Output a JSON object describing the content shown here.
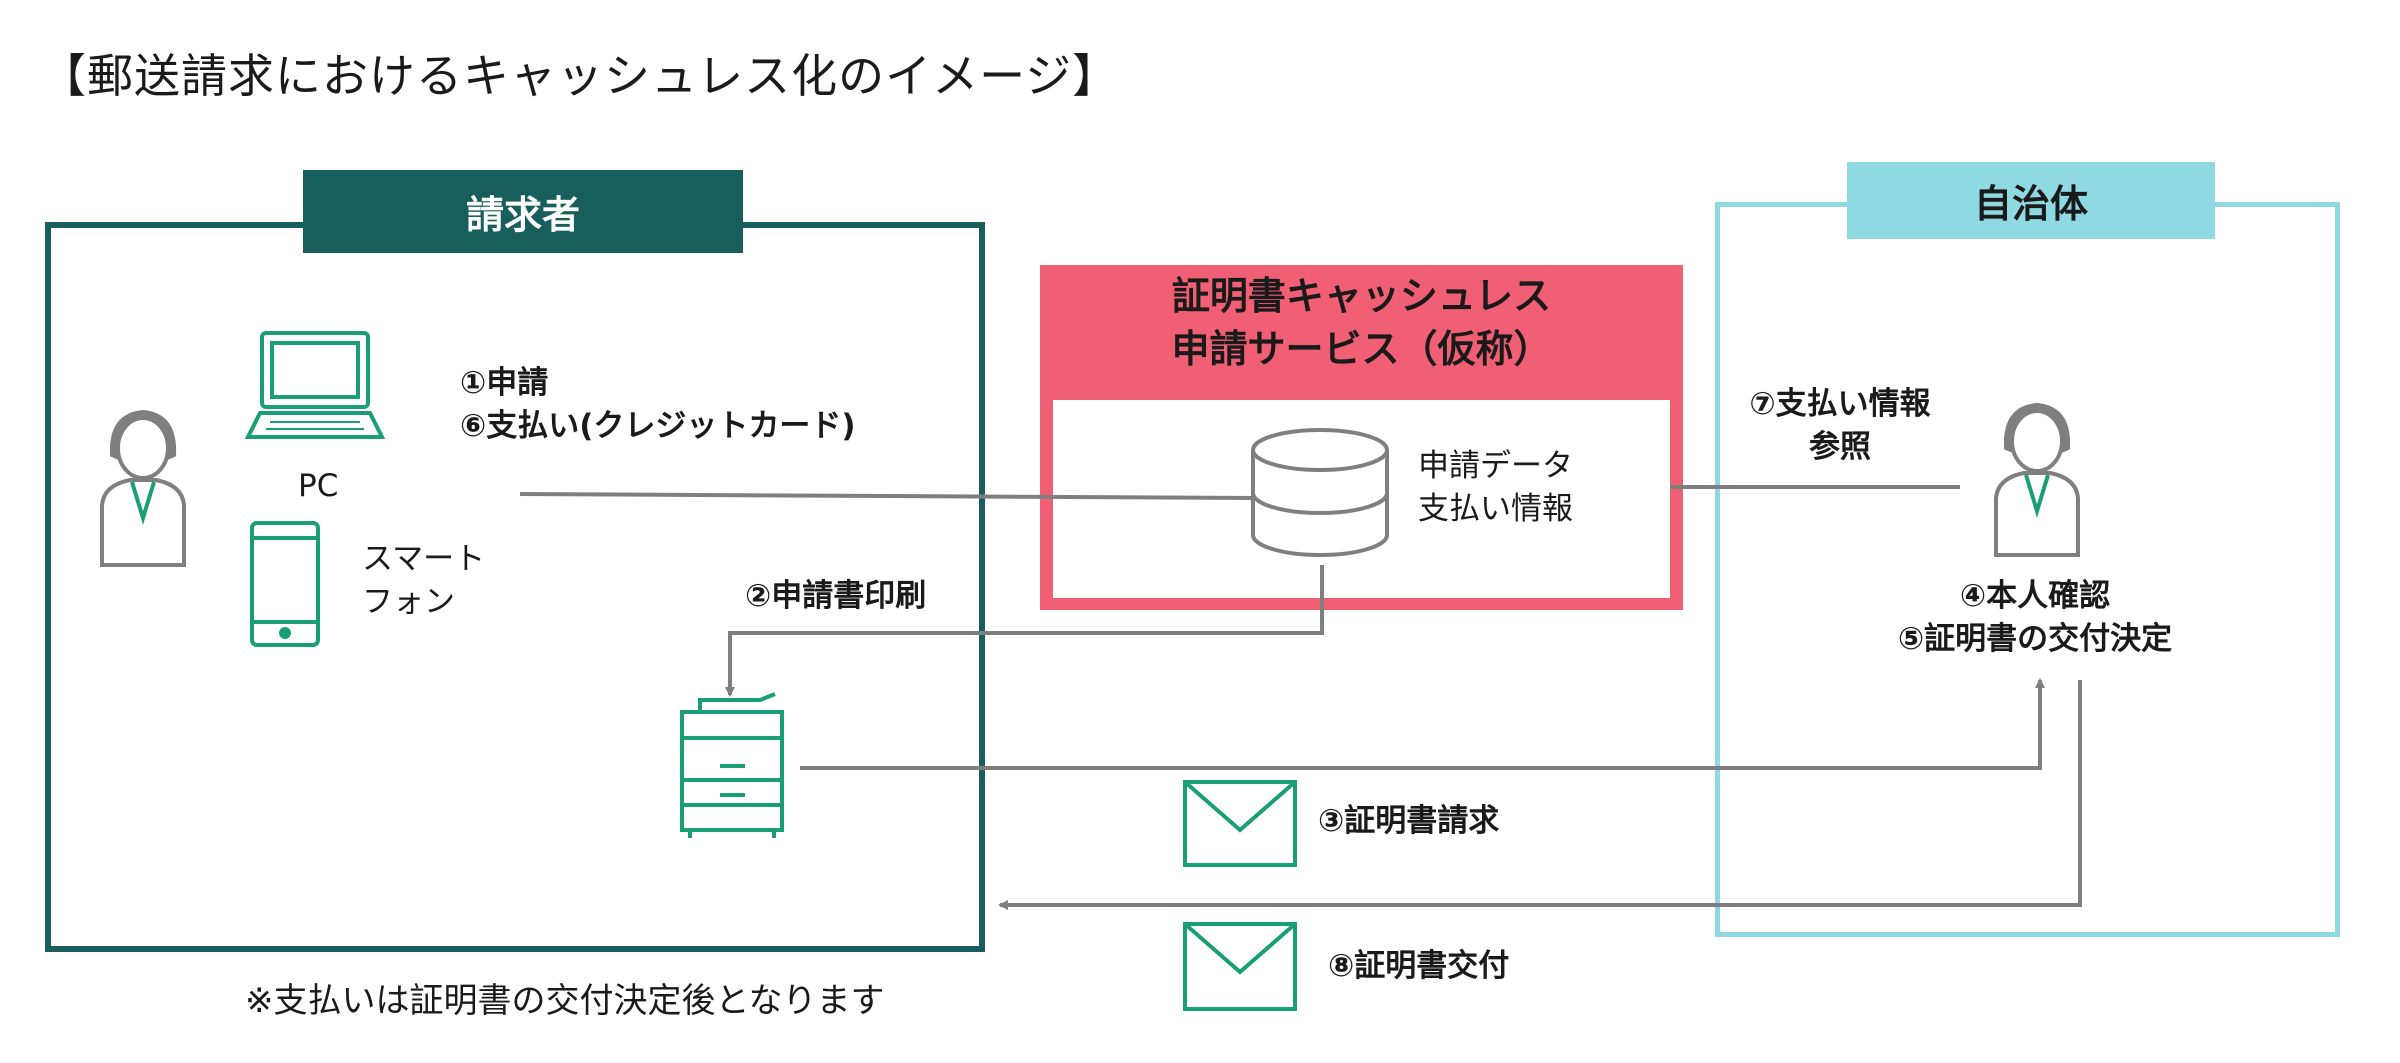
{
  "title": "【郵送請求におけるキャッシュレス化のイメージ】",
  "requester": {
    "header": "請求者",
    "pc_label": "PC",
    "smartphone_label_line1": "スマート",
    "smartphone_label_line2": "フォン",
    "note": "※支払いは証明書の交付決定後となります"
  },
  "government": {
    "header": "自治体"
  },
  "service": {
    "title_line1": "証明書キャッシュレス",
    "title_line2": "申請サービス（仮称）",
    "db_label_line1": "申請データ",
    "db_label_line2": "支払い情報"
  },
  "steps": {
    "s1": "①申請",
    "s6": "⑥支払い(クレジットカード)",
    "s2": "②申請書印刷",
    "s3": "③証明書請求",
    "s8": "⑧証明書交付",
    "s7_line1": "⑦支払い情報",
    "s7_line2": "参照",
    "s4": "④本人確認",
    "s5": "⑤証明書の交付決定"
  },
  "colors": {
    "requester": "#175e5d",
    "government": "#8fd9e3",
    "service": "#f05f74",
    "icon_green": "#1a9e76",
    "arrow": "#7f7f7f"
  }
}
